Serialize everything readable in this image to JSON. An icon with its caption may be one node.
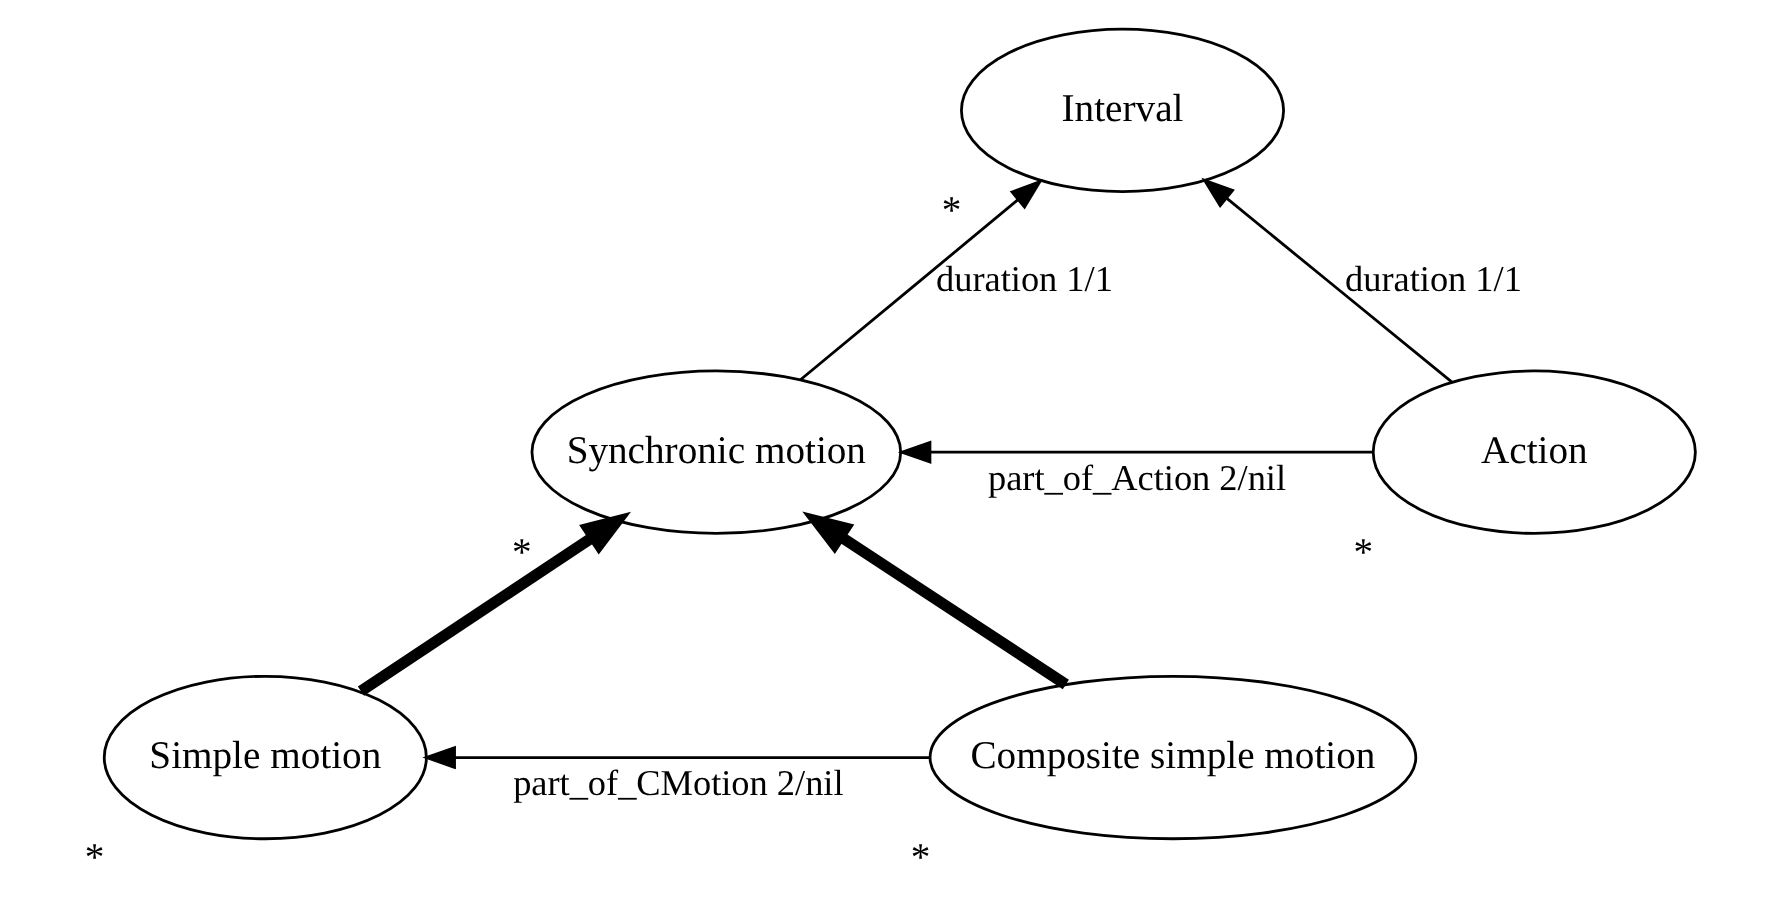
{
  "diagram": {
    "nodes": [
      {
        "text": [
          "Interval"
        ],
        "beside": [
          "*"
        ]
      },
      {
        "text": [
          "Synchronic motion"
        ],
        "beside": [
          "*"
        ]
      },
      {
        "text": [
          "Action"
        ],
        "beside": [
          "*"
        ]
      },
      {
        "text": [
          "Simple motion"
        ],
        "beside": [
          "*"
        ]
      },
      {
        "text": [
          "Composite simple motion"
        ],
        "beside": [
          "*"
        ]
      }
    ],
    "edges": [
      {
        "from": 1,
        "to": 0,
        "arrow": "to",
        "label": "duration 1/1"
      },
      {
        "from": 2,
        "to": 0,
        "arrow": "to",
        "label": "duration 1/1"
      },
      {
        "from": 2,
        "to": 1,
        "arrow": "to",
        "label": "part_of_Action 2/nil"
      },
      {
        "from": 3,
        "to": 1,
        "arrow": "to",
        "style": "thick"
      },
      {
        "from": 4,
        "to": 1,
        "arrow": "to",
        "style": "thick"
      },
      {
        "from": 4,
        "to": 3,
        "arrow": "to",
        "label": "part_of_CMotion 2/nil"
      }
    ]
  }
}
